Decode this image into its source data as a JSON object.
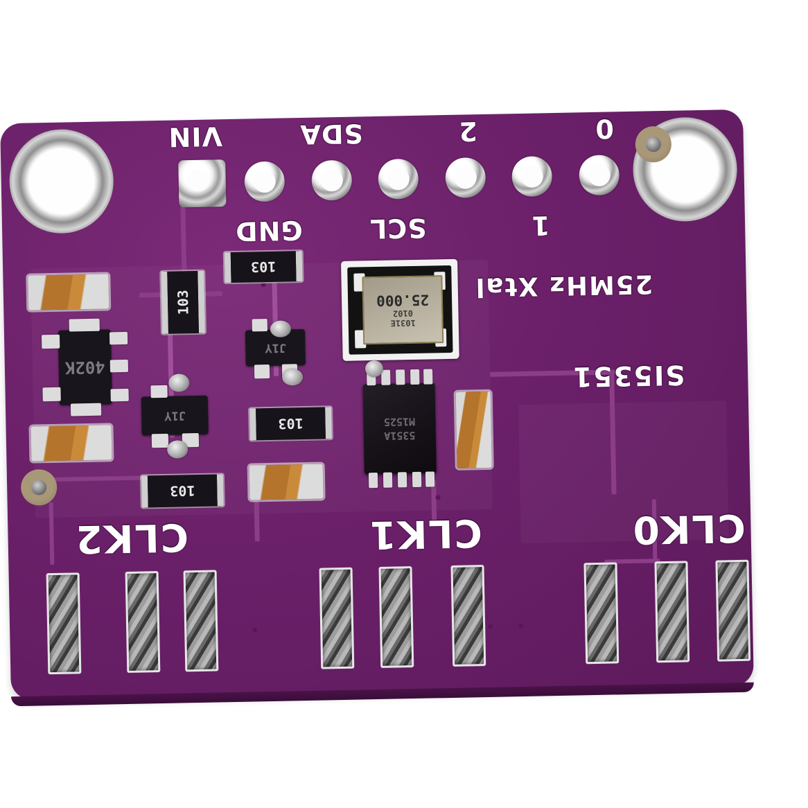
{
  "scene": {
    "subject": "Si5351 clock generator breakout board (PCB) photographed upside-down",
    "background_color": "#ffffff",
    "board_color": "#6b2069",
    "silkscreen_color": "#ffffff",
    "orientation_note": "all silkscreen text appears rotated 180 degrees"
  },
  "board": {
    "header_pins": [
      {
        "label": "VIN",
        "position": "top",
        "shape": "square"
      },
      {
        "label": "GND",
        "position": "bottom",
        "shape": "round"
      },
      {
        "label": "SDA",
        "position": "top",
        "shape": "round"
      },
      {
        "label": "SCL",
        "position": "bottom",
        "shape": "round"
      },
      {
        "label": "2",
        "position": "top",
        "shape": "round"
      },
      {
        "label": "1",
        "position": "bottom",
        "shape": "round"
      },
      {
        "label": "0",
        "position": "top",
        "shape": "round"
      }
    ],
    "silkscreen_labels": [
      {
        "text": "25MHz Xtal"
      },
      {
        "text": "SI5351"
      },
      {
        "text": "CLK2"
      },
      {
        "text": "CLK1"
      },
      {
        "text": "CLK0"
      }
    ],
    "components": {
      "main_ic": {
        "line1": "5351A",
        "line2": "M1525"
      },
      "crystal": {
        "line1": "25.000",
        "line2": "0102",
        "line3": "1031E"
      },
      "resistors": [
        {
          "marking": "103"
        },
        {
          "marking": "103"
        },
        {
          "marking": "103"
        },
        {
          "marking": "103"
        },
        {
          "marking": "103"
        }
      ],
      "regulator": {
        "marking": "402K"
      },
      "transistors": [
        {
          "marking": "J1Y"
        },
        {
          "marking": "J1Y"
        }
      ],
      "capacitors_count": 4
    },
    "edge_pads": {
      "group_clk2_count": 3,
      "group_clk1_count": 3,
      "group_clk0_count": 3
    },
    "mounting_holes_count": 2,
    "vias_count": 2
  }
}
